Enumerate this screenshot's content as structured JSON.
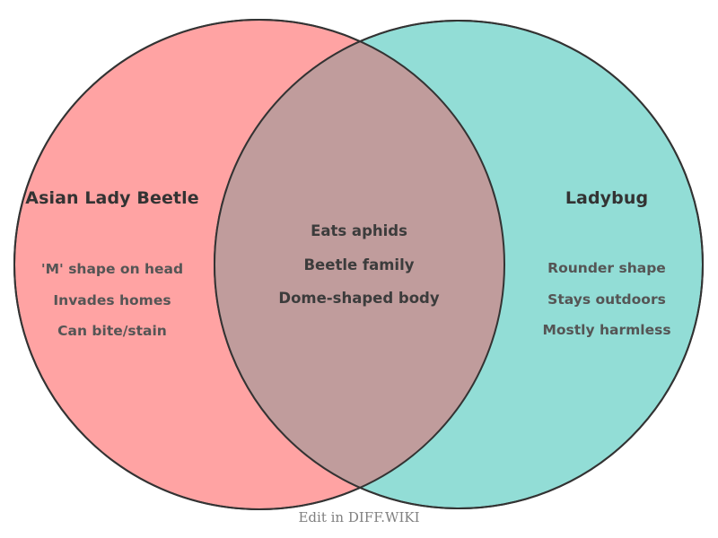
{
  "diagram": {
    "type": "venn",
    "background_color": "#ffffff",
    "stroke_color": "#333333",
    "left": {
      "title": "Asian Lady Beetle",
      "fill_color": "#ffa3a3",
      "items": [
        "'M' shape on head",
        "Invades homes",
        "Can bite/stain"
      ]
    },
    "right": {
      "title": "Ladybug",
      "fill_color": "#92ddd6",
      "items": [
        "Rounder shape",
        "Stays outdoors",
        "Mostly harmless"
      ]
    },
    "overlap": {
      "fill_color": "#c09c9c",
      "items": [
        "Eats aphids",
        "Beetle family",
        "Dome-shaped body"
      ]
    }
  },
  "footer": {
    "link_label": "Edit in DIFF.WIKI"
  }
}
